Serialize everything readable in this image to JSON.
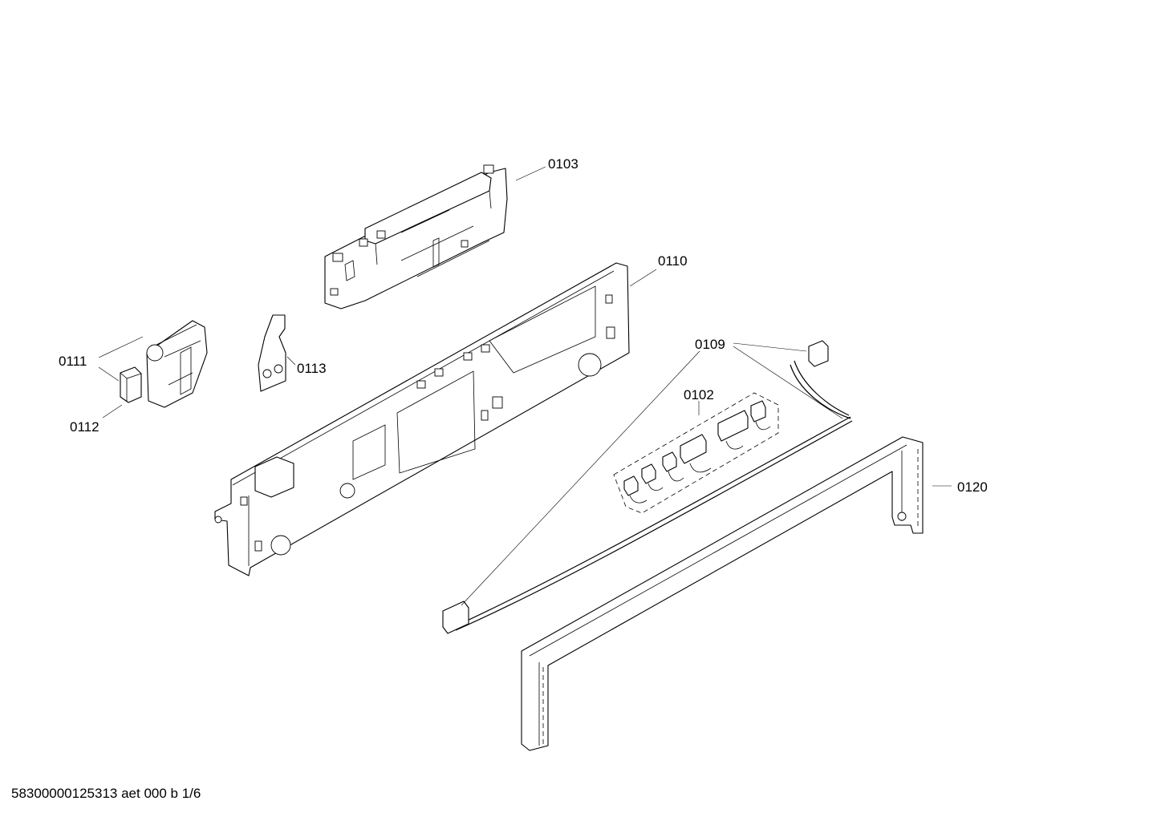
{
  "callouts": {
    "p0103": "0103",
    "p0110": "0110",
    "p0111": "0111",
    "p0112": "0112",
    "p0113": "0113",
    "p0109": "0109",
    "p0102": "0102",
    "p0120": "0120"
  },
  "footer": {
    "document_id": "58300000125313 aet 000 b 1/6"
  }
}
